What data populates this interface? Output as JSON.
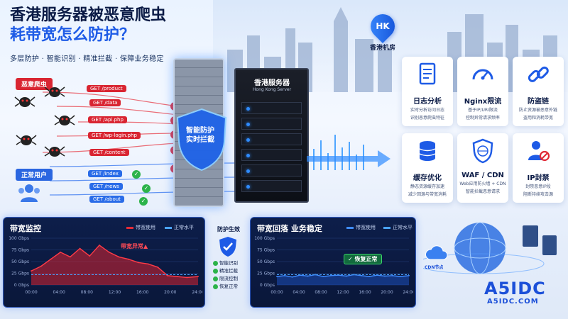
{
  "header": {
    "title_line1": "香港服务器被恶意爬虫",
    "title_line2": "耗带宽怎么防护？",
    "subtitle": "多层防护 · 智能识别 · 精准拦截 · 保障业务稳定"
  },
  "location": {
    "badge": "HK",
    "label": "香港机房"
  },
  "malicious": {
    "label": "恶意爬虫",
    "requests": [
      "GET /product",
      "GET /data",
      "GET /api.php",
      "GET /wp-login.php",
      "GET /content"
    ]
  },
  "normal": {
    "label": "正常用户",
    "requests": [
      "GET /index",
      "GET /news",
      "GET /about"
    ]
  },
  "shield": {
    "line1": "智能防护",
    "line2": "实时拦截"
  },
  "server": {
    "name_cn": "香港服务器",
    "name_en": "Hong Kong Server"
  },
  "features": [
    {
      "title": "日志分析",
      "desc1": "实时分析访问日志",
      "desc2": "识别恶意爬虫特征",
      "icon": "log-document-icon"
    },
    {
      "title": "Nginx限流",
      "desc1": "基于IP/URI限流",
      "desc2": "控制异常请求频率",
      "icon": "speedometer-icon"
    },
    {
      "title": "防盗链",
      "desc1": "防止资源被恶意外链",
      "desc2": "盗用和消耗带宽",
      "icon": "chain-link-icon"
    },
    {
      "title": "缓存优化",
      "desc1": "静态资源缓存加速",
      "desc2": "减少回源与带宽消耗",
      "icon": "database-icon"
    },
    {
      "title": "WAF / CDN",
      "desc1": "Web应用防火墙 + CDN",
      "desc2": "智能拦截恶意请求",
      "icon": "waf-shield-icon"
    },
    {
      "title": "IP封禁",
      "desc1": "封禁恶意IP段",
      "desc2": "阻断持续攻击源",
      "icon": "ip-ban-icon"
    }
  ],
  "panel_left": {
    "title": "带宽监控",
    "legend_usage": "带宽使用",
    "legend_normal": "正常水平",
    "alert": "带宽异常▲"
  },
  "panel_right": {
    "title": "带宽回落 业务稳定",
    "legend_usage": "带宽使用",
    "legend_normal": "正常水平",
    "ok": "恢复正常"
  },
  "protect": {
    "title": "防护生效",
    "items": [
      "智能识别",
      "精准拦截",
      "限流控制",
      "恢复正常"
    ]
  },
  "cdn_label": "CDN节点",
  "brand": {
    "name": "A5IDC",
    "site": "A5IDC.COM"
  },
  "colors": {
    "danger": "#e02b37",
    "primary": "#1e5be6",
    "ok": "#2cb34a",
    "panel": "#0d1e4a"
  },
  "chart_data": [
    {
      "type": "area",
      "title": "带宽监控",
      "series": [
        {
          "name": "带宽使用",
          "values": [
            30,
            40,
            55,
            70,
            60,
            78,
            62,
            85,
            70,
            60,
            55,
            48,
            45,
            38,
            20,
            18,
            16,
            18
          ]
        },
        {
          "name": "正常水平",
          "values": [
            22,
            22,
            22,
            22,
            22,
            22,
            22,
            22,
            22,
            22,
            22,
            22,
            22,
            22,
            22,
            22,
            22,
            22
          ]
        }
      ],
      "x": [
        0,
        1.4,
        2.8,
        4.2,
        5.6,
        7,
        8.4,
        9.8,
        11.2,
        12.6,
        14,
        15.4,
        16.8,
        18.2,
        19.6,
        21,
        22.4,
        24
      ],
      "xticks": [
        "00:00",
        "04:00",
        "08:00",
        "12:00",
        "16:00",
        "20:00",
        "24:00"
      ],
      "yticks": [
        "0 Gbps",
        "25 Gbps",
        "50 Gbps",
        "75 Gbps",
        "100 Gbps"
      ],
      "ylim": [
        0,
        100
      ]
    },
    {
      "type": "area",
      "title": "带宽回落 业务稳定",
      "series": [
        {
          "name": "带宽使用",
          "values": [
            18,
            20,
            17,
            21,
            19,
            22,
            18,
            20,
            21,
            19,
            22,
            20,
            18,
            21,
            19,
            20,
            18,
            20
          ]
        },
        {
          "name": "正常水平",
          "values": [
            22,
            22,
            22,
            22,
            22,
            22,
            22,
            22,
            22,
            22,
            22,
            22,
            22,
            22,
            22,
            22,
            22,
            22
          ]
        }
      ],
      "x": [
        0,
        1.4,
        2.8,
        4.2,
        5.6,
        7,
        8.4,
        9.8,
        11.2,
        12.6,
        14,
        15.4,
        16.8,
        18.2,
        19.6,
        21,
        22.4,
        24
      ],
      "xticks": [
        "00:00",
        "04:00",
        "08:00",
        "12:00",
        "16:00",
        "20:00",
        "24:00"
      ],
      "yticks": [
        "0 Gbps",
        "25 Gbps",
        "50 Gbps",
        "75 Gbps",
        "100 Gbps"
      ],
      "ylim": [
        0,
        100
      ]
    }
  ]
}
